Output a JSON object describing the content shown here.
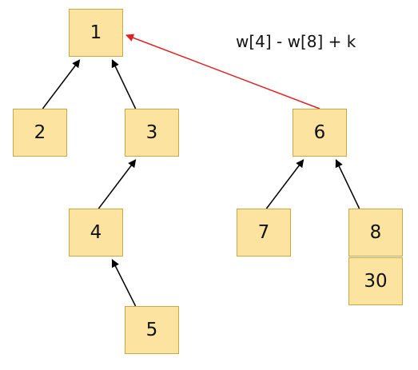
{
  "nodes": [
    {
      "id": "n1",
      "label": "1"
    },
    {
      "id": "n2",
      "label": "2"
    },
    {
      "id": "n3",
      "label": "3"
    },
    {
      "id": "n4",
      "label": "4"
    },
    {
      "id": "n5",
      "label": "5"
    },
    {
      "id": "n6",
      "label": "6"
    },
    {
      "id": "n7",
      "label": "7"
    },
    {
      "id": "n8",
      "label": "8"
    },
    {
      "id": "n30",
      "label": "30"
    }
  ],
  "edges": [
    {
      "from": "n2",
      "to": "n1",
      "color": "#000000"
    },
    {
      "from": "n3",
      "to": "n1",
      "color": "#000000"
    },
    {
      "from": "n4",
      "to": "n3",
      "color": "#000000"
    },
    {
      "from": "n5",
      "to": "n4",
      "color": "#000000"
    },
    {
      "from": "n7",
      "to": "n6",
      "color": "#000000"
    },
    {
      "from": "n8",
      "to": "n6",
      "color": "#000000"
    },
    {
      "from": "n6",
      "to": "n1",
      "color": "#E02020"
    }
  ],
  "annotation": {
    "formula": "w[4] - w[8] + k"
  },
  "colors": {
    "node_fill": "#FCE4A0",
    "node_border": "#C9A945",
    "highlight_edge": "#E02020"
  }
}
